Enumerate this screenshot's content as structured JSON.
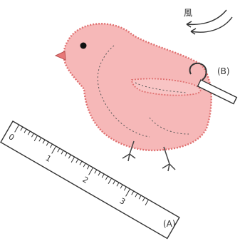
{
  "illustration": {
    "wind_label": "風",
    "label_b": "(B)",
    "label_a": "(A)",
    "ruler_numbers": [
      "0",
      "1",
      "2",
      "3"
    ]
  },
  "colors": {
    "chick_fill": "#f6b8b8",
    "chick_outline": "#e07070",
    "ruler_fill": "#ffffff",
    "ink": "#333333"
  }
}
